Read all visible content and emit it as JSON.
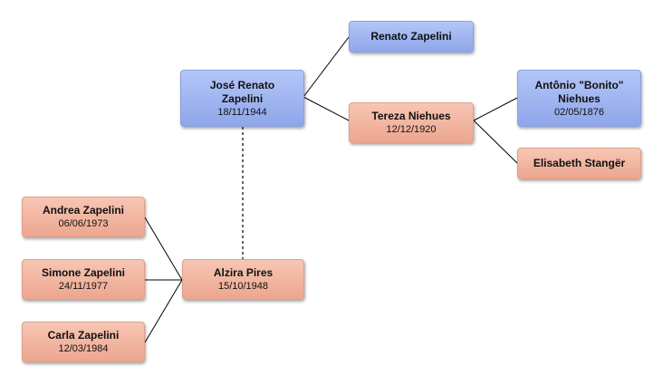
{
  "colors": {
    "male": "#9fb4f2",
    "female": "#f2b8a4",
    "line": "#000000",
    "background": "#ffffff"
  },
  "people": {
    "jose": {
      "name": "José Renato Zapelini",
      "date": "18/11/1944",
      "gender": "male"
    },
    "renato": {
      "name": "Renato Zapelini",
      "date": "",
      "gender": "male"
    },
    "tereza": {
      "name": "Tereza Niehues",
      "date": "12/12/1920",
      "gender": "female"
    },
    "antonio": {
      "name": "Antônio \"Bonito\" Niehues",
      "date": "02/05/1876",
      "gender": "male"
    },
    "elisabeth": {
      "name": "Elisabeth Stangër",
      "date": "",
      "gender": "female"
    },
    "alzira": {
      "name": "Alzira Pires",
      "date": "15/10/1948",
      "gender": "female"
    },
    "andrea": {
      "name": "Andrea Zapelini",
      "date": "06/06/1973",
      "gender": "female"
    },
    "simone": {
      "name": "Simone Zapelini",
      "date": "24/11/1977",
      "gender": "female"
    },
    "carla": {
      "name": "Carla Zapelini",
      "date": "12/03/1984",
      "gender": "female"
    }
  }
}
